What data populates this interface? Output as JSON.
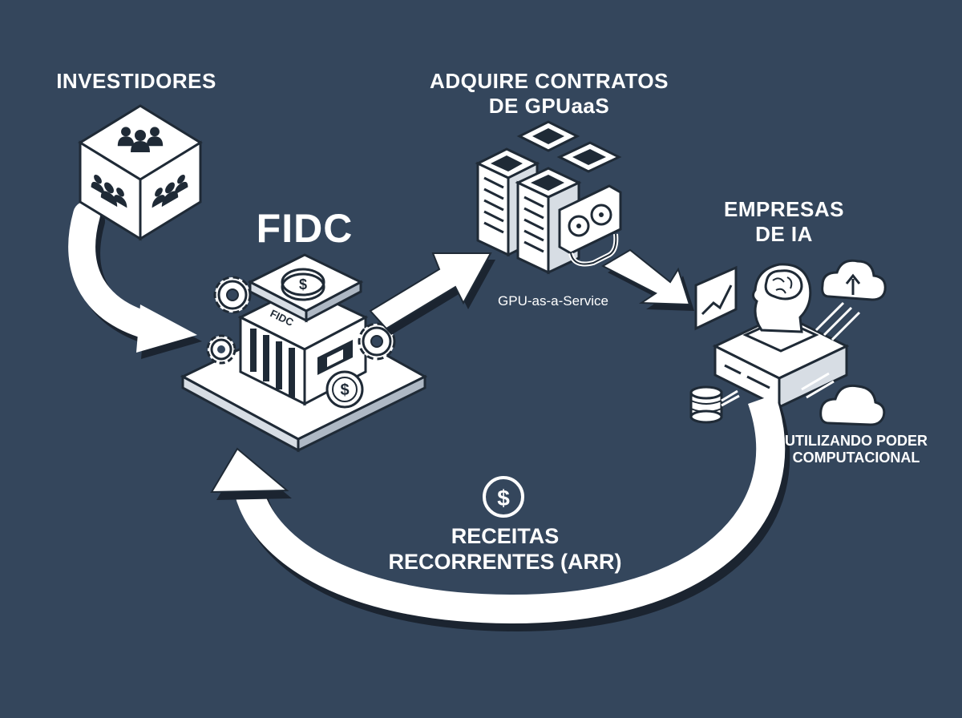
{
  "labels": {
    "investors": "INVESTIDORES",
    "fidc_title": "FIDC",
    "fidc_sign": "FIDC",
    "gpuaas_line1": "ADQUIRE CONTRATOS",
    "gpuaas_line2": "DE GPUaaS",
    "gpu_service": "GPU-as-a-Service",
    "ai_companies_line1": "EMPRESAS",
    "ai_companies_line2": "DE IA",
    "compute_line1": "UTILIZANDO PODER",
    "compute_line2": "COMPUTACIONAL",
    "revenue_line1": "RECEITAS",
    "revenue_line2": "RECORRENTES (ARR)",
    "currency_symbol": "$"
  },
  "icons": [
    "investors-cube-icon",
    "bank-building-icon",
    "gear-icon",
    "coin-icon",
    "gpu-server-rack-icon",
    "graphics-card-icon",
    "ai-brain-head-icon",
    "chart-icon",
    "cloud-upload-icon",
    "cloud-icon",
    "database-icon",
    "dollar-circle-icon",
    "flow-arrow-icon"
  ],
  "colors": {
    "background": "#34465c",
    "foreground": "#ffffff",
    "ink": "#1f2a36"
  }
}
